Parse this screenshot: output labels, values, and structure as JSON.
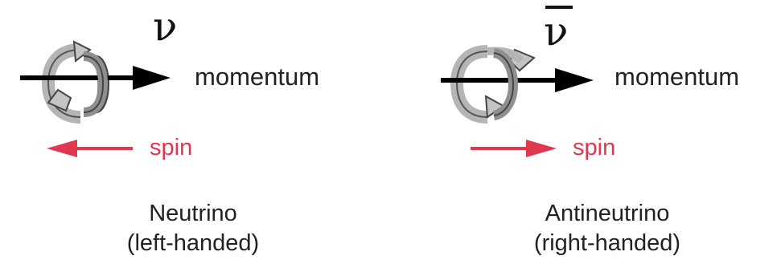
{
  "colors": {
    "arrow": "#000000",
    "spin_arrow": "#e0394f",
    "ring_fill": "#b5b5b5",
    "ring_stroke": "#444444",
    "text": "#222222"
  },
  "neutrino": {
    "symbol": "ν",
    "momentum_label": "momentum",
    "spin_label": "spin",
    "name": "Neutrino",
    "handedness": "(left-handed)"
  },
  "antineutrino": {
    "symbol": "ν",
    "momentum_label": "momentum",
    "spin_label": "spin",
    "name": "Antineutrino",
    "handedness": "(right-handed)"
  }
}
